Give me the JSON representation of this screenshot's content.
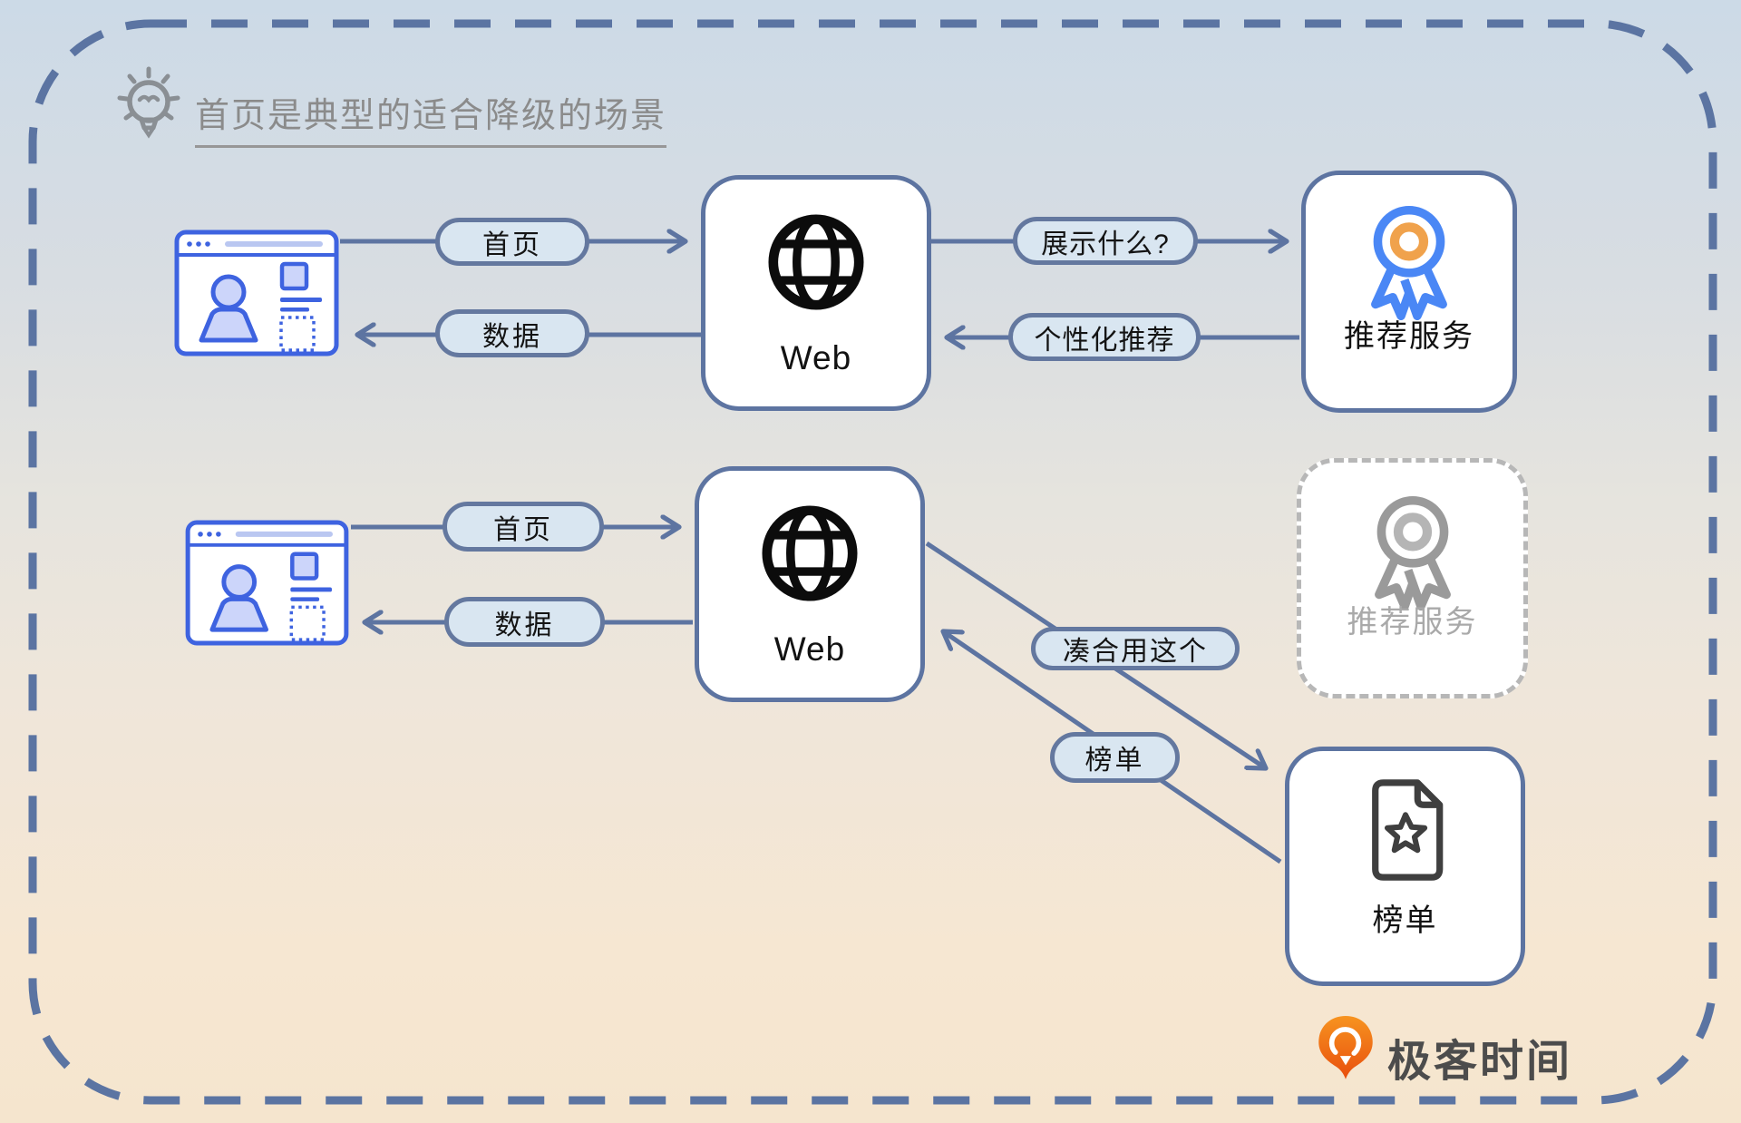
{
  "diagram_note": "首页是典型的适合降级的场景",
  "normal_flow": {
    "client": "browser-window",
    "home_pill": "首页",
    "data_pill": "数据",
    "web_label": "Web",
    "show_what_pill": "展示什么?",
    "personalized_pill": "个性化推荐",
    "recommend_service_label": "推荐服务"
  },
  "degraded_flow": {
    "client": "browser-window",
    "home_pill": "首页",
    "data_pill": "数据",
    "web_label": "Web",
    "recommend_service_label": "推荐服务",
    "make_do_pill": "凑合用这个",
    "board_pill": "榜单",
    "board_label": "榜单"
  },
  "brand": "极客时间",
  "colors": {
    "background_top": "#ccdae7",
    "background_bottom": "#f5e5ce",
    "stroke_slate": "#5d74a1",
    "pill_fill": "#d9e6f1",
    "browser_blue": "#3e63e0",
    "browser_fill": "#ccd5fa",
    "award_blue": "#4a87f5",
    "award_orange": "#f0a24c",
    "disabled_gray": "#9a9a9a",
    "document_dark": "#3f3f3f",
    "brand_orange": "#ed5b13",
    "note_gray": "#8b8b8b"
  }
}
